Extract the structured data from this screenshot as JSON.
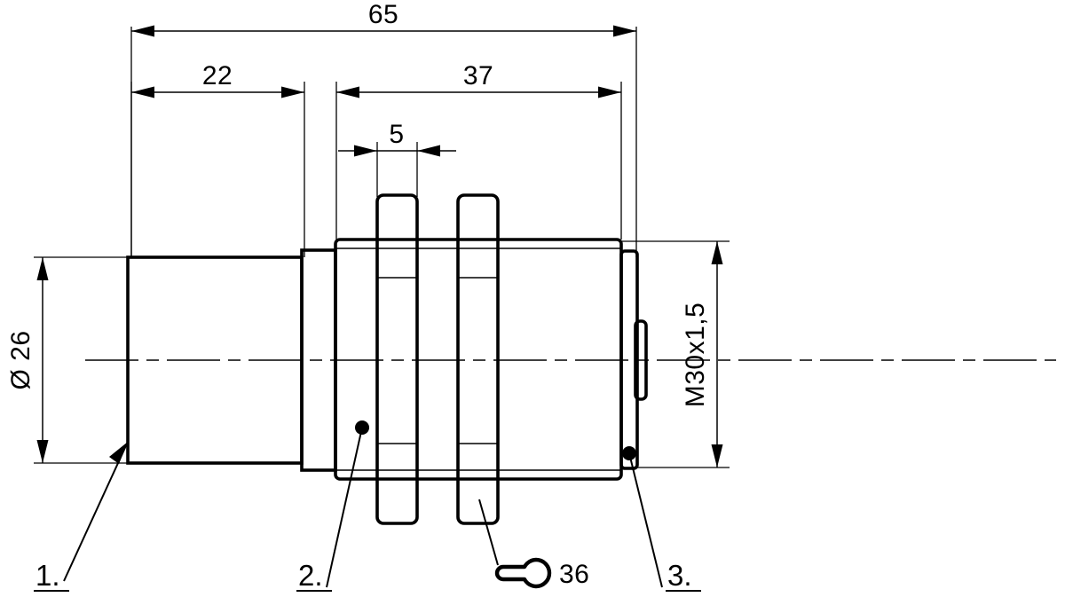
{
  "drawing": {
    "title": "Inductive sensor dimensional drawing",
    "background_color": "#ffffff",
    "line_color": "#000000",
    "dimensions": {
      "overall_length": "65",
      "rear_length": "22",
      "front_length": "37",
      "nut_gap": "5",
      "rear_diameter": "Ø 26",
      "thread": "M30x1,5"
    },
    "callouts": [
      {
        "id": "callout-1",
        "label": "1."
      },
      {
        "id": "callout-2",
        "label": "2."
      },
      {
        "id": "callout-3",
        "label": "3."
      }
    ],
    "tool_note": {
      "icon": "wrench-icon",
      "size": "36"
    }
  }
}
